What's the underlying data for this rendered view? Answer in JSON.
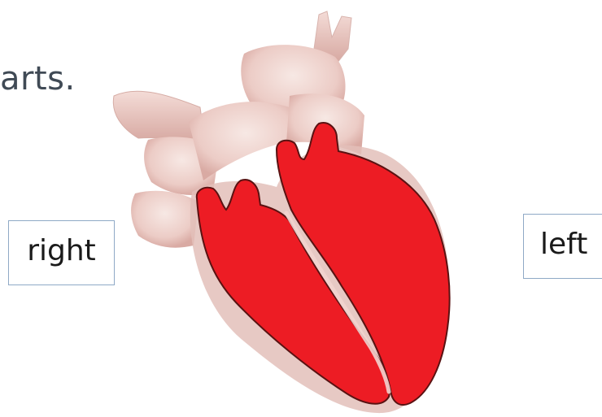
{
  "slide": {
    "partial_text": "arts."
  },
  "labels": {
    "right": "right",
    "left": "left"
  },
  "colors": {
    "chamber_fill": "#ed1c24",
    "heart_tissue": "#efd3cf",
    "label_border": "#8fa9c6"
  },
  "icons": {
    "heart": "heart-anatomy-illustration"
  }
}
